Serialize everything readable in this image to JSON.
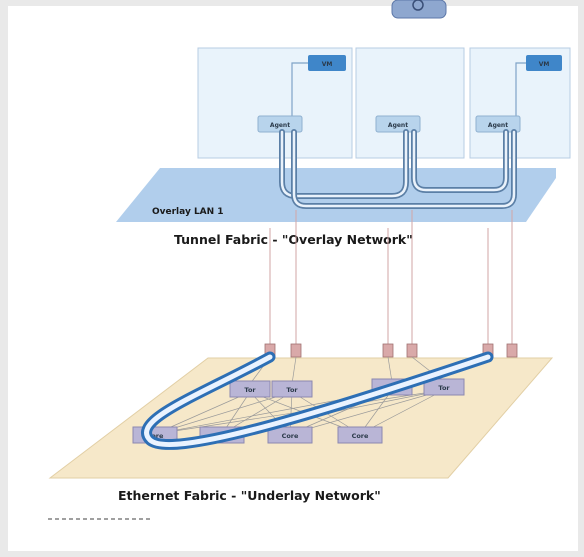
{
  "overlay": {
    "plane_label": "Overlay LAN 1",
    "title": "Tunnel Fabric - \"Overlay Network\"",
    "vms": [
      "VM",
      "VM"
    ],
    "agents": [
      "Agent",
      "Agent",
      "Agent"
    ]
  },
  "underlay": {
    "title": "Ethernet Fabric - \"Underlay Network\"",
    "switches": [
      "Tor",
      "Tor",
      "Tor",
      "Tor"
    ],
    "cores": [
      "Core",
      "Core",
      "Core",
      "Core"
    ]
  },
  "colors": {
    "overlay_plane": "#a9c9ea",
    "host_box": "#e9f3fb",
    "underlay_plane": "#f6e8c9",
    "tunnel": "#5b7fa6",
    "switch_box": "#b9b5d6"
  }
}
